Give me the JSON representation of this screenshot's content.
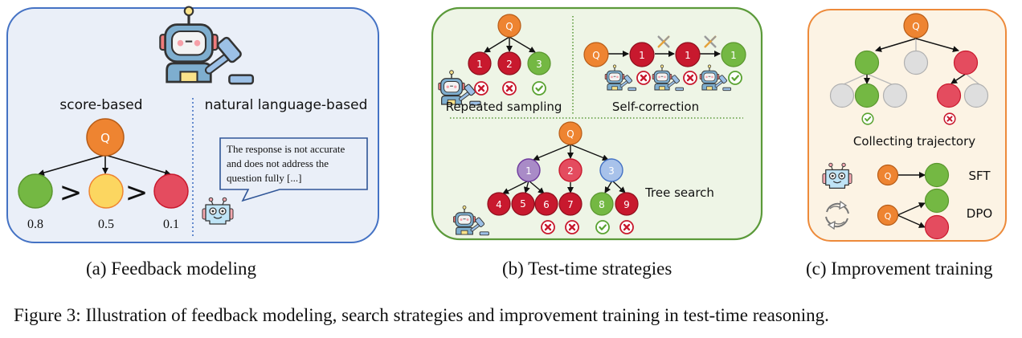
{
  "figure_caption": "Figure 3: Illustration of feedback modeling, search strategies and improvement training in test-time reasoning.",
  "panels": {
    "a": {
      "caption": "(a) Feedback modeling",
      "score_label": "score-based",
      "nl_label": "natural language-based",
      "root_label": "Q",
      "scores": [
        "0.8",
        "0.5",
        "0.1"
      ],
      "comparison_symbol": ">",
      "speech_lines": [
        "The response is not accurate",
        "and does not address the",
        "question fully [...]"
      ],
      "border_color": "#4472c4",
      "bg_color": "#eaeff8"
    },
    "b": {
      "caption": "(b) Test-time strategies",
      "repeated_sampling_label": "Repeated sampling",
      "self_correction_label": "Self-correction",
      "tree_search_label": "Tree search",
      "root_label": "Q",
      "repeated_nodes": [
        "1",
        "2",
        "3"
      ],
      "repeated_verdicts": [
        "wrong",
        "wrong",
        "correct"
      ],
      "correction_nodes": [
        "1",
        "1",
        "1"
      ],
      "correction_verdicts": [
        "wrong",
        "wrong",
        "correct"
      ],
      "tree_level1": [
        "1",
        "2",
        "3"
      ],
      "tree_level2": [
        "4",
        "5",
        "6",
        "7",
        "8",
        "9"
      ],
      "tree_verdicts": {
        "6": "wrong",
        "7": "wrong",
        "8": "correct",
        "9": "wrong"
      },
      "border_color": "#5b9a3a",
      "bg_color": "#eef5e6"
    },
    "c": {
      "caption": "(c) Improvement training",
      "collecting_label": "Collecting trajectory",
      "sft_label": "SFT",
      "dpo_label": "DPO",
      "root_label": "Q",
      "border_color": "#ed8a3a",
      "bg_color": "#fcf3e4"
    }
  },
  "colors": {
    "orange": "#ee8431",
    "green": "#74b843",
    "yellow": "#fcd660",
    "red": "#e44c5f",
    "darkred": "#c8192e",
    "purple": "#a98bc7",
    "lightblue": "#a8c2ea",
    "gray": "#dedede"
  }
}
